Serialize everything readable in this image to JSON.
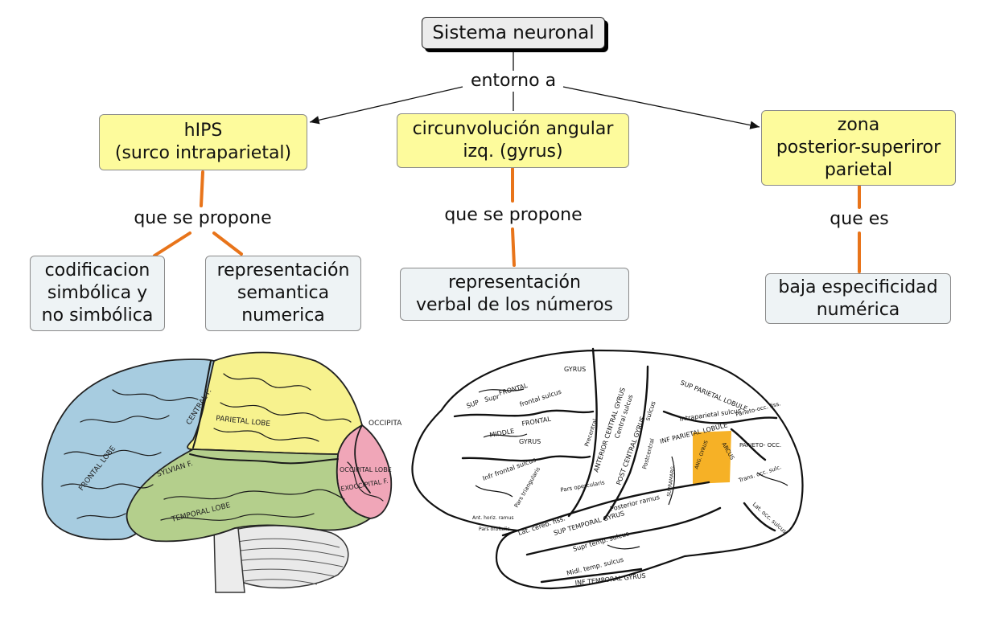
{
  "root": {
    "label": "Sistema neuronal"
  },
  "root_link_label": "entorno a",
  "areas": [
    {
      "label": "hIPS\n(surco intraparietal)",
      "link_label": "que se propone",
      "children": [
        "codificacion\nsimbólica y\nno simbólica",
        "representación\nsemantica\nnumerica"
      ]
    },
    {
      "label": "circunvolución angular\nizq. (gyrus)",
      "link_label": "que se propone",
      "children": [
        "representación\nverbal de los números"
      ]
    },
    {
      "label": "zona\nposterior-superiror\nparietal",
      "link_label": "que es",
      "children": [
        "baja especificidad\nnumérica"
      ]
    }
  ],
  "colors": {
    "concept_fill": "#fdfb9c",
    "leaf_fill": "#eef3f5",
    "root_fill": "#ececec",
    "connector": "#e8741a",
    "highlight": "#f5a300"
  },
  "left_brain": {
    "lobes": {
      "frontal": {
        "label": "FRONTAL LOBE",
        "color": "#a7cce0"
      },
      "parietal": {
        "label": "PARIETAL LOBE",
        "color": "#f7f28e"
      },
      "occipital": {
        "label": "OCCIPITAL LOBE",
        "color": "#f0a6b8"
      },
      "temporal": {
        "label": "TEMPORAL LOBE",
        "color": "#b4cf8c"
      }
    },
    "labels": {
      "central": "CENTRAL F.",
      "sylvian": "SYLVIAN F.",
      "occipital_outer": "OCCIPITAL",
      "exoccipital": "EXOCCIPITAL F."
    }
  },
  "right_brain": {
    "labels": {
      "gyrus_top": "GYRUS",
      "sup": "SUP",
      "frontal": "FRONTAL",
      "supr": "Supr",
      "frontal_sulcus": "frontal sulcus",
      "middle": "MIDDLE",
      "frontal_mid": "FRONTAL",
      "gyrus_mid": "GYRUS",
      "infr_frontal_sulcus": "Infr frontal sulcus",
      "anterior_central_gyrus": "ANTERIOR CENTRAL GYRUS",
      "central_sulcus": "Central sulcus",
      "post_central_gyrus": "POST CENTRAL GYRUS",
      "sulcus_top": "sulcus",
      "sup_parietal_lobule": "SUP PARIETAL LOBULE",
      "intraparietal_sulcus": "Intraparietal sulcus",
      "inf_parietal_lobule": "INF PARIETAL LOBULE",
      "parieto_occ_fiss": "Parieto-occ. fiss.",
      "parieto_occ": "PARIETO- OCC.",
      "trans_occ_sulc": "Trans. occ. sulc.",
      "lat_occ_sulcus": "Lat. occ. sulcus",
      "pars_triangularis": "Pars triangularis",
      "pars_opercularis": "Pars opercularis",
      "ant_horiz_ramus": "Ant. horiz. ramus",
      "pars_orbitalis": "Pars orbitalis",
      "lat_cereb_fiss": "Lat. cereb. fiss.",
      "posterior_ramus": "Posterior ramus",
      "sup_temporal_gyrus": "SUP TEMPORAL GYRUS",
      "supr_temp_sulcus": "Supr temp. sulcus",
      "midl_temp_sulcus": "Midl. temp. sulcus",
      "inf_temporal_gyrus": "INF TEMPORAL GYRUS",
      "arcus": "ARCUS",
      "supramarg": "SUPRAMARG.",
      "ang_gyrus": "ANG. GYRUS",
      "precentral": "Precentral",
      "postcentral": "Postcentral"
    }
  }
}
